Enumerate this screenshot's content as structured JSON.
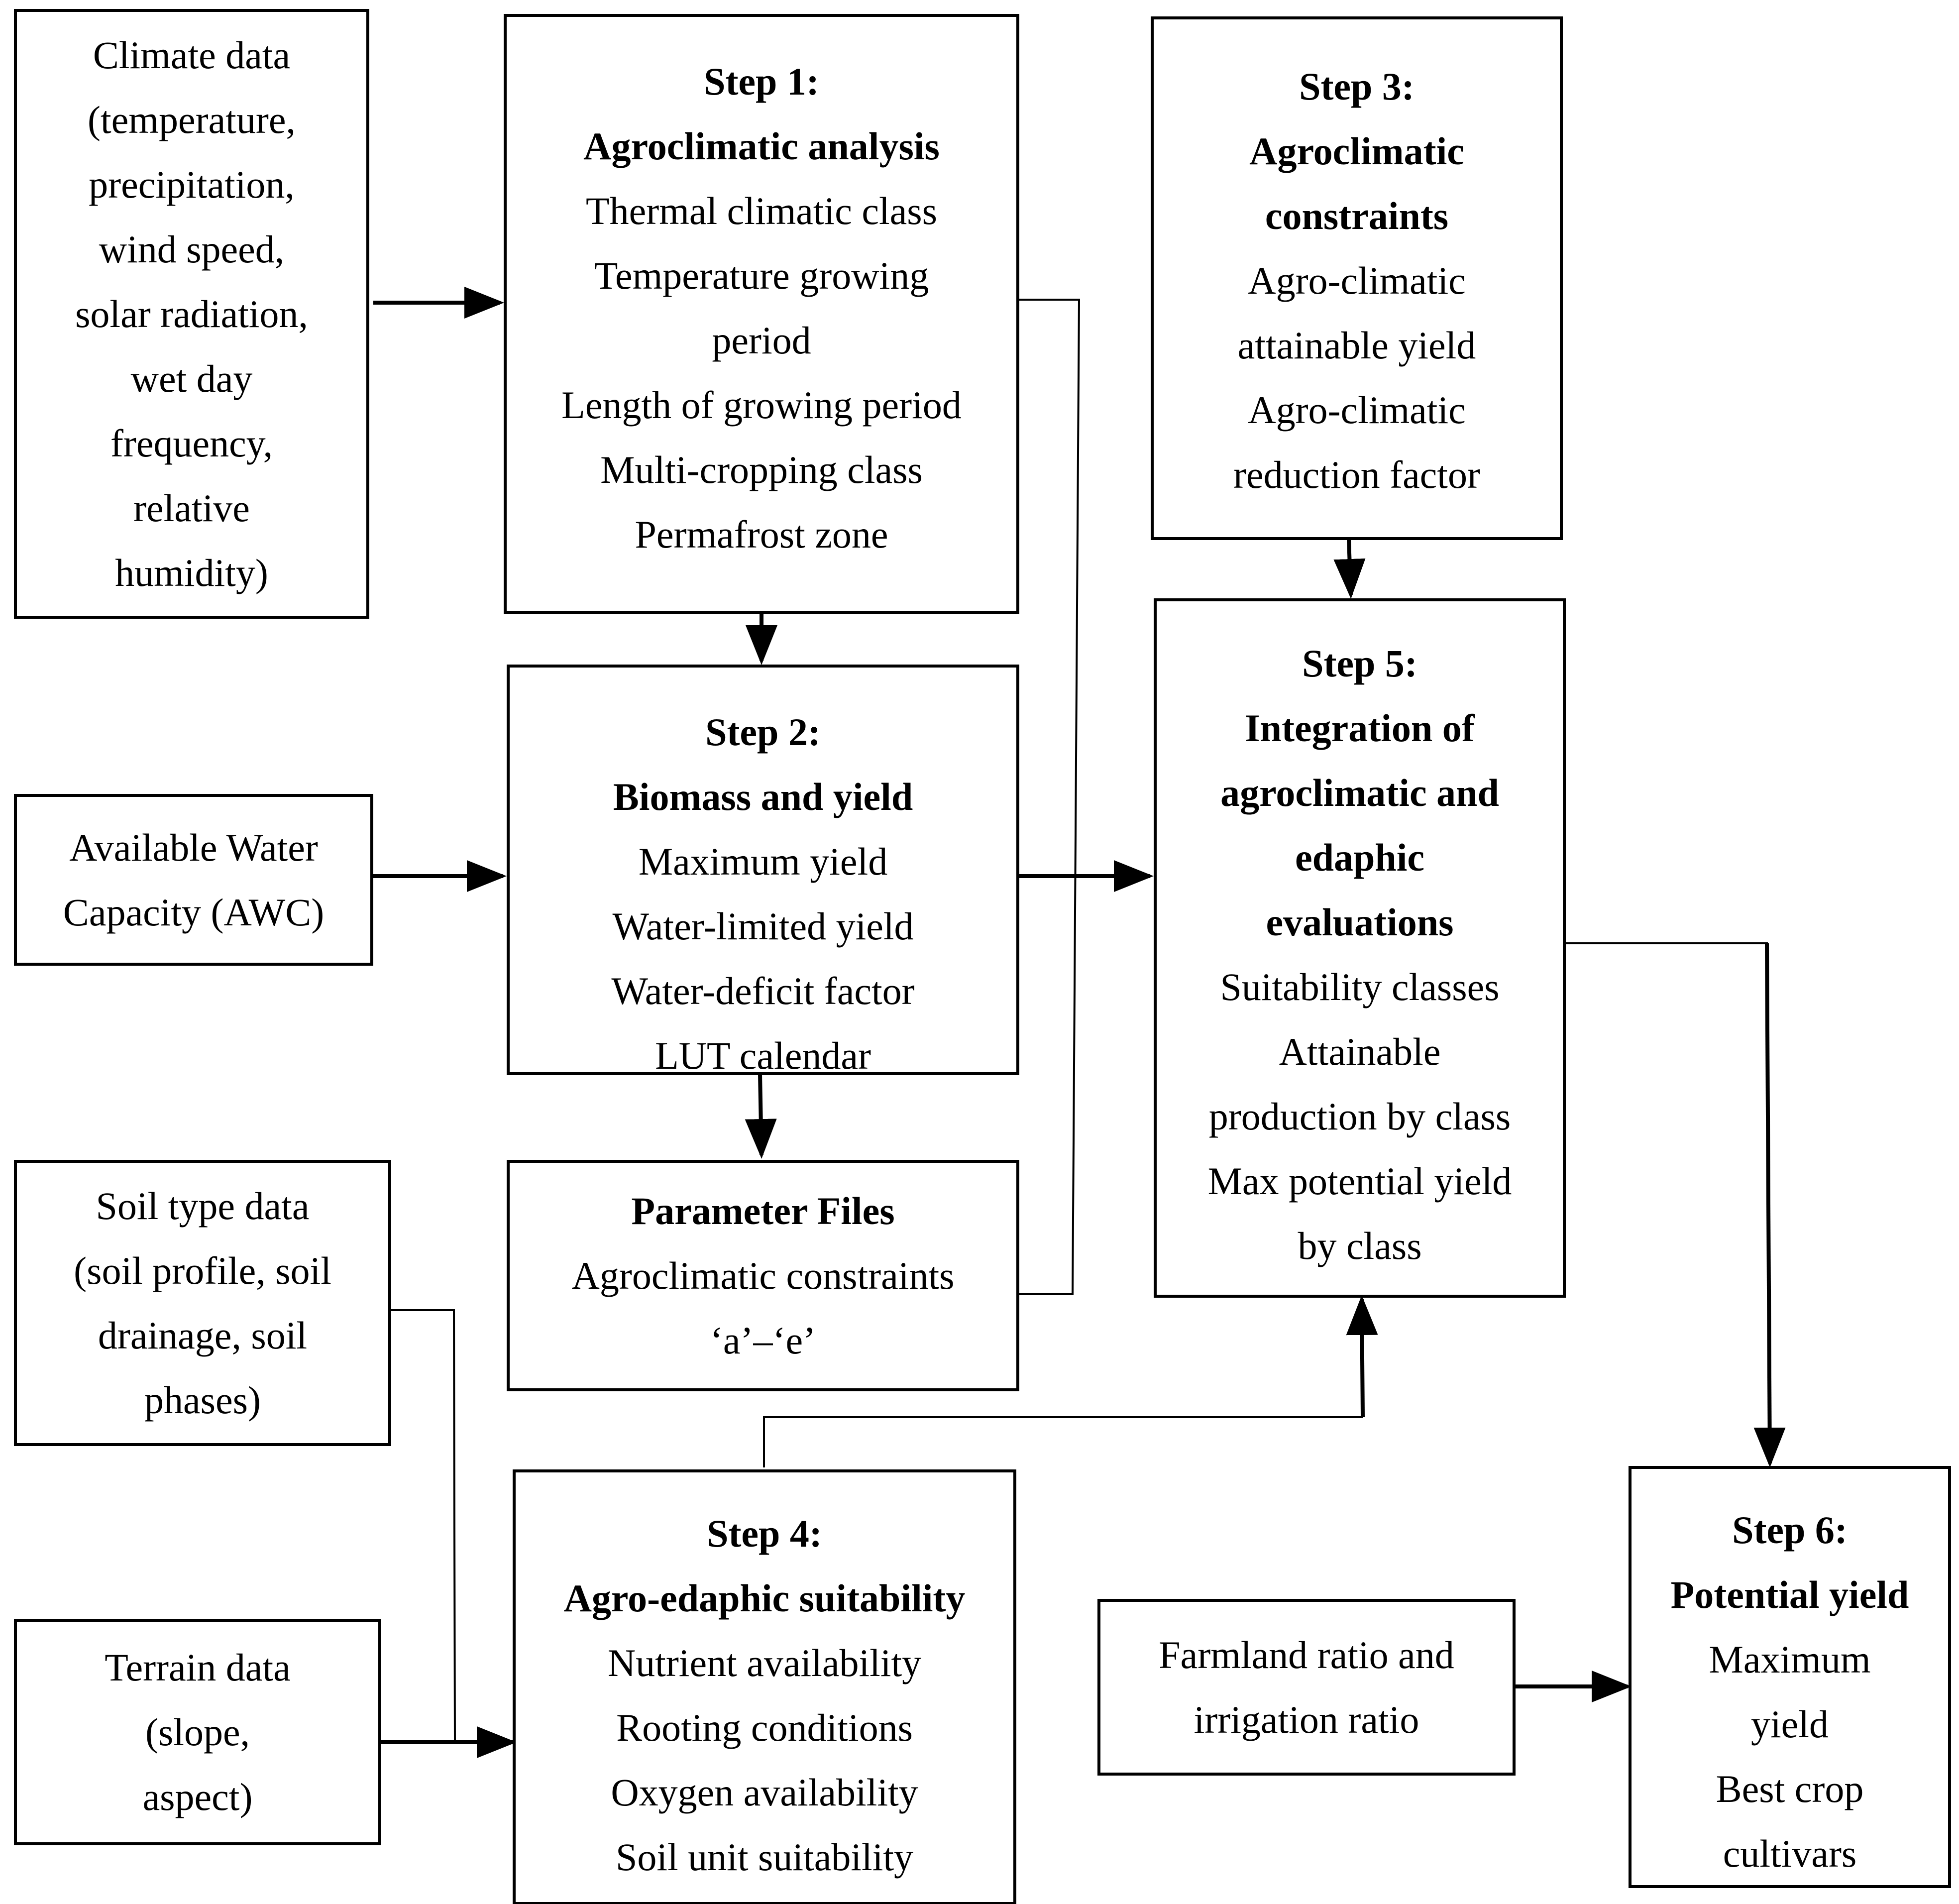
{
  "climate": {
    "lines": [
      "Climate data",
      "(temperature,",
      "precipitation,",
      "wind speed,",
      "solar radiation,",
      "wet day",
      "frequency,",
      "relative",
      "humidity)"
    ]
  },
  "awc": {
    "lines": [
      "Available Water",
      "Capacity (AWC)"
    ]
  },
  "soil": {
    "lines": [
      "Soil type data",
      "(soil profile, soil",
      "drainage, soil",
      "phases)"
    ]
  },
  "terrain": {
    "lines": [
      "Terrain data",
      "(slope,",
      "aspect)"
    ]
  },
  "step1": {
    "heading": [
      "Step 1:",
      "Agroclimatic analysis"
    ],
    "items": [
      "Thermal climatic class",
      "Temperature growing",
      "period",
      "Length of growing period",
      "Multi-cropping class",
      "Permafrost zone"
    ]
  },
  "step2": {
    "heading": [
      "Step 2:",
      "Biomass and yield"
    ],
    "items": [
      "Maximum yield",
      "Water-limited yield",
      "Water-deficit factor",
      "LUT calendar"
    ]
  },
  "params": {
    "heading": [
      "Parameter Files"
    ],
    "items": [
      "Agroclimatic constraints",
      "‘a’–‘e’"
    ]
  },
  "step3": {
    "heading": [
      "Step 3:",
      "Agroclimatic",
      "constraints"
    ],
    "items": [
      "Agro-climatic",
      "attainable yield",
      "Agro-climatic",
      "reduction factor"
    ]
  },
  "step4": {
    "heading": [
      "Step 4:",
      "Agro-edaphic suitability"
    ],
    "items": [
      "Nutrient availability",
      "Rooting conditions",
      "Oxygen availability",
      "Soil unit suitability"
    ]
  },
  "step5": {
    "heading": [
      "Step 5:",
      "Integration of",
      "agroclimatic and",
      "edaphic",
      "evaluations"
    ],
    "items": [
      "Suitability classes",
      "Attainable",
      "production by class",
      "Max potential yield",
      "by class"
    ]
  },
  "farmland": {
    "lines": [
      "Farmland ratio and",
      "irrigation ratio"
    ]
  },
  "step6": {
    "heading": [
      "Step 6:",
      "Potential yield"
    ],
    "items": [
      "Maximum",
      "yield",
      "Best crop",
      "cultivars"
    ]
  }
}
